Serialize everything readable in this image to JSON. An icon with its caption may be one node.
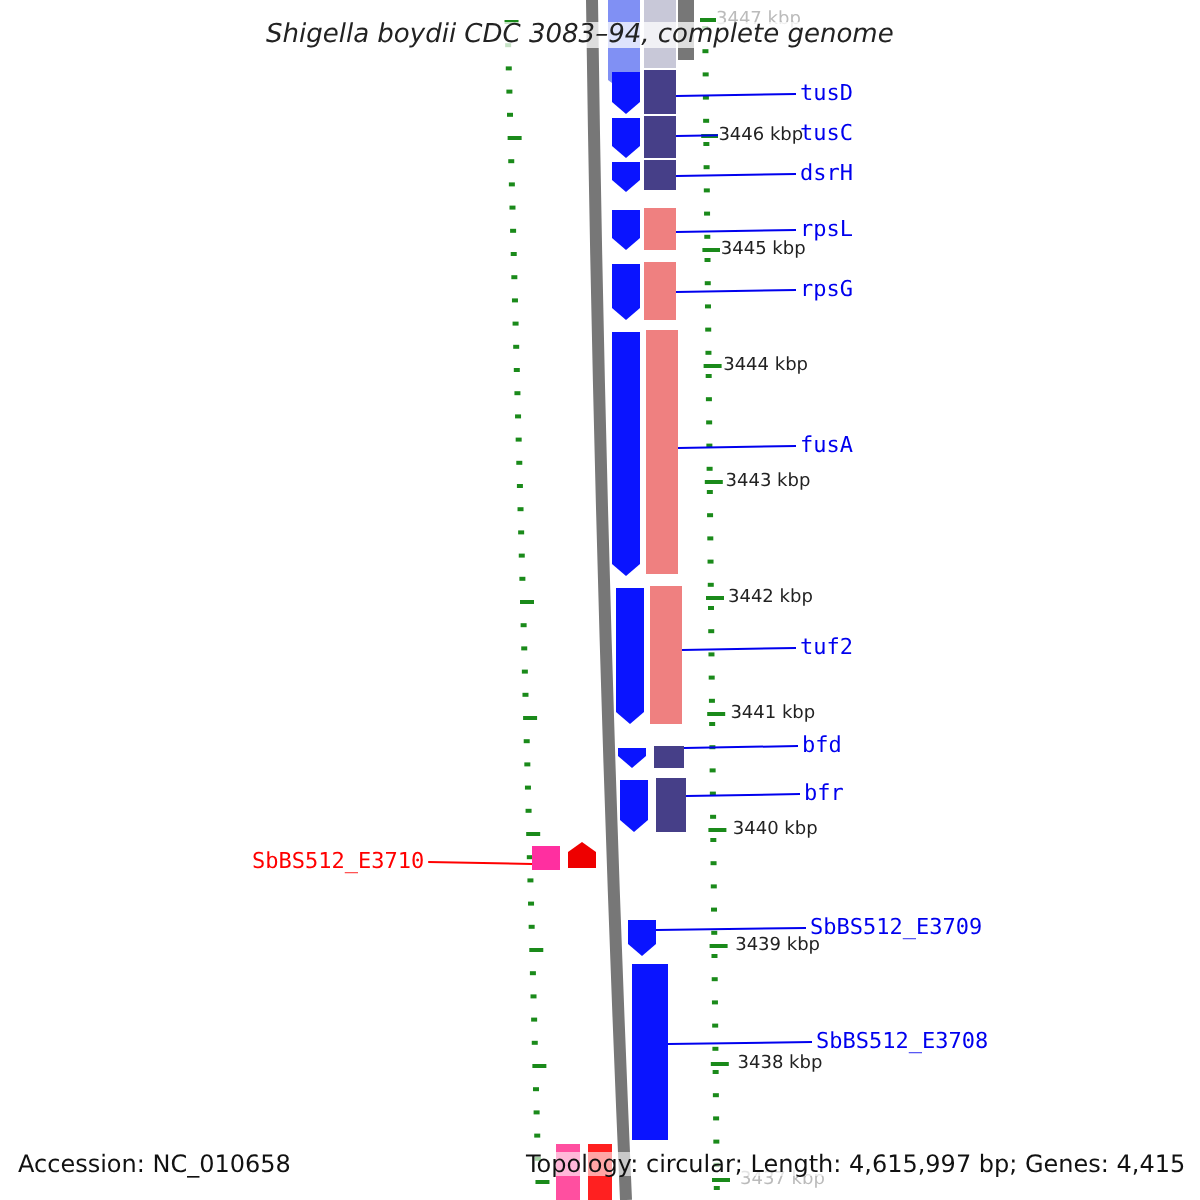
{
  "diagram": {
    "title": "Shigella boydii CDC 3083–94, complete genome",
    "nodes": [
      {
        "text": [
          "tusD"
        ]
      },
      {
        "text": [],
        "shape": "bar"
      },
      {
        "text": [
          "tusC"
        ]
      },
      {
        "text": [],
        "shape": "bar"
      },
      {
        "text": [
          "dsrH"
        ]
      },
      {
        "text": [],
        "shape": "bar"
      },
      {
        "text": [
          "rpsL"
        ]
      },
      {
        "text": [],
        "shape": "bar"
      },
      {
        "text": [
          "rpsG"
        ]
      },
      {
        "text": [],
        "shape": "bar"
      },
      {
        "text": [
          "fusA"
        ]
      },
      {
        "text": [],
        "shape": "bar"
      },
      {
        "text": [
          "tuf2"
        ]
      },
      {
        "text": [],
        "shape": "bar"
      },
      {
        "text": [
          "bfd"
        ]
      },
      {
        "text": [],
        "shape": "bar"
      },
      {
        "text": [
          "bfr"
        ]
      },
      {
        "text": [],
        "shape": "bar"
      },
      {
        "text": [
          "SbBS512_E3710"
        ]
      },
      {
        "text": [],
        "shape": "bar"
      },
      {
        "text": [
          "SbBS512_E3709"
        ]
      },
      {
        "text": [],
        "shape": "bar"
      },
      {
        "text": [
          "SbBS512_E3708"
        ]
      },
      {
        "text": [],
        "shape": "bar"
      }
    ],
    "edges": [
      {
        "from": 0,
        "to": 1,
        "arrow": "none"
      },
      {
        "from": 2,
        "to": 3,
        "arrow": "none"
      },
      {
        "from": 4,
        "to": 5,
        "arrow": "none"
      },
      {
        "from": 6,
        "to": 7,
        "arrow": "none"
      },
      {
        "from": 8,
        "to": 9,
        "arrow": "none"
      },
      {
        "from": 10,
        "to": 11,
        "arrow": "none"
      },
      {
        "from": 12,
        "to": 13,
        "arrow": "none"
      },
      {
        "from": 14,
        "to": 15,
        "arrow": "none"
      },
      {
        "from": 16,
        "to": 17,
        "arrow": "none"
      },
      {
        "from": 18,
        "to": 19,
        "arrow": "none",
        "color": "#ff0000"
      },
      {
        "from": 20,
        "to": 21,
        "arrow": "none"
      },
      {
        "from": 22,
        "to": 23,
        "arrow": "none"
      }
    ],
    "labels": [
      "3447 kbp",
      "3446 kbp",
      "3445 kbp",
      "3444 kbp",
      "3443 kbp",
      "3442 kbp",
      "3441 kbp",
      "3440 kbp",
      "3439 kbp",
      "3438 kbp",
      "3437 kbp",
      "Accession: NC_010658",
      "Topology: circular; Length: 4,615,997 bp; Genes: 4,415"
    ]
  }
}
